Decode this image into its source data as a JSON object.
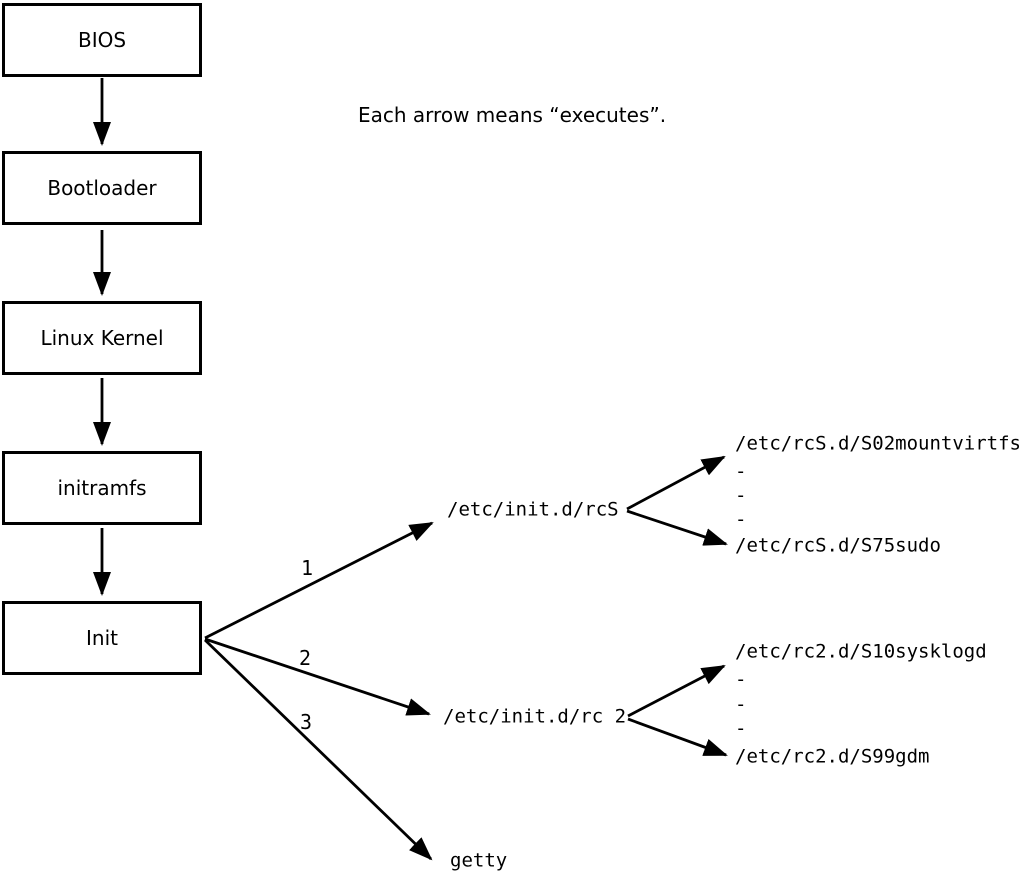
{
  "caption": "Each arrow means “executes”.",
  "boot_chain": [
    {
      "label": "BIOS"
    },
    {
      "label": "Bootloader"
    },
    {
      "label": "Linux Kernel"
    },
    {
      "label": "initramfs"
    },
    {
      "label": "Init"
    }
  ],
  "init_branches": [
    {
      "order": "1",
      "target": "/etc/init.d/rcS"
    },
    {
      "order": "2",
      "target": "/etc/init.d/rc 2"
    },
    {
      "order": "3",
      "target": "getty"
    }
  ],
  "rcS_scripts": {
    "first": "/etc/rcS.d/S02mountvirtfs",
    "dashes": [
      "-",
      "-",
      "-"
    ],
    "last": "/etc/rcS.d/S75sudo"
  },
  "rc2_scripts": {
    "first": "/etc/rc2.d/S10sysklogd",
    "dashes": [
      "-",
      "-",
      "-"
    ],
    "last": "/etc/rc2.d/S99gdm"
  },
  "colors": {
    "foreground": "#000000",
    "background": "#ffffff"
  }
}
